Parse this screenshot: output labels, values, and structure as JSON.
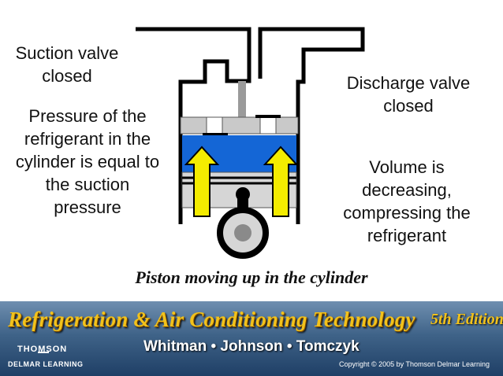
{
  "labels": {
    "suction_valve": [
      "Suction valve",
      "closed"
    ],
    "discharge_valve": [
      "Discharge valve",
      "closed"
    ],
    "pressure": [
      "Pressure of the",
      "refrigerant in the",
      "cylinder is equal to",
      "the suction",
      "pressure"
    ],
    "volume": [
      "Volume is",
      "decreasing,",
      "compressing the",
      "refrigerant"
    ]
  },
  "caption": "Piston moving up in the cylinder",
  "banner": {
    "title": "Refrigeration & Air Conditioning Technology",
    "edition": "5th Edition",
    "authors": "Whitman • Johnson • Tomczyk",
    "publisher_line1": "THOMSON",
    "publisher_line2": "DELMAR LEARNING",
    "copyright": "Copyright © 2005 by Thomson Delmar Learning"
  },
  "colors": {
    "refrigerant": "#1466d6",
    "arrow": "#f4ec00",
    "valve_plate": "#c9c9c9",
    "piston": "#d6d6d6"
  },
  "icons": [
    "up-arrow-icon",
    "connecting-rod-icon",
    "crank-wheel-icon"
  ]
}
